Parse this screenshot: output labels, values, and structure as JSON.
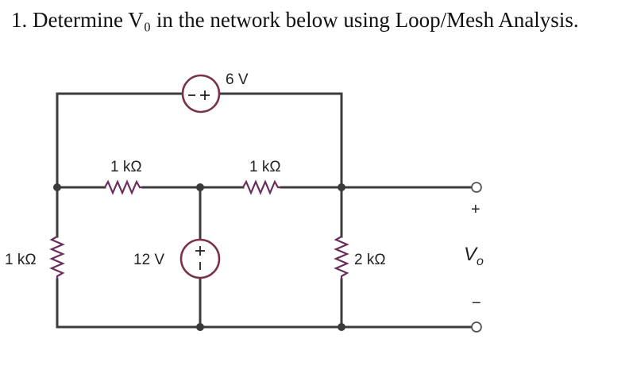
{
  "question": "1. Determine V₀ in the network below using Loop/Mesh Analysis.",
  "circuit": {
    "voltage_source_top": {
      "value": "6 V",
      "polarity": [
        "−",
        "+"
      ]
    },
    "voltage_source_middle": {
      "value": "12 V",
      "polarity": [
        "+",
        "−"
      ]
    },
    "resistor_top_left": {
      "value": "1 kΩ"
    },
    "resistor_top_right": {
      "value": "1 kΩ"
    },
    "resistor_left": {
      "value": "1 kΩ"
    },
    "resistor_right": {
      "value": "2 kΩ"
    },
    "output": {
      "symbol": "V",
      "subscript": "o",
      "plus": "+",
      "minus": "−"
    }
  }
}
